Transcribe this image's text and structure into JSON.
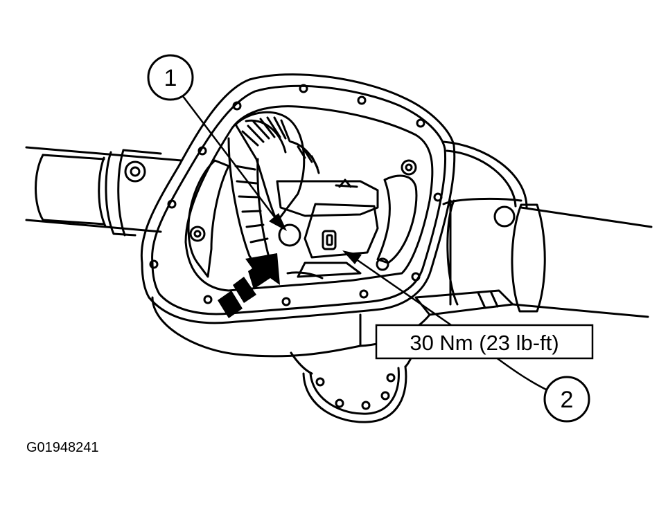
{
  "figure": {
    "callouts": [
      {
        "number": "1"
      },
      {
        "number": "2"
      }
    ],
    "torque_label": "30 Nm (23 lb-ft)",
    "figure_id": "G01948241"
  }
}
